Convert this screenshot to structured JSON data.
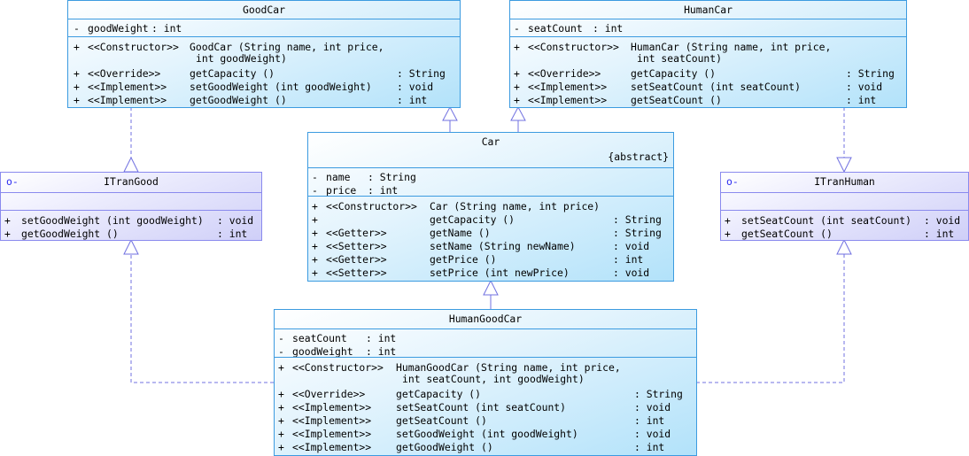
{
  "colors": {
    "class_border": "#3c9be0",
    "class_fill": "#b2e2fa",
    "interface_border": "#8a8aee",
    "interface_fill": "#cfcff8",
    "connector": "#7070e0"
  },
  "classes": {
    "goodcar": {
      "name": "GoodCar",
      "attributes": [
        {
          "vis": "-",
          "name": "goodWeight",
          "type": ": int"
        }
      ],
      "operations": [
        {
          "vis": "+",
          "stereo": "<<Constructor>>",
          "name": "GoodCar (String name, int price,",
          "cont": "int goodWeight)",
          "type": ""
        },
        {
          "vis": "+",
          "stereo": "<<Override>>",
          "name": "getCapacity ()",
          "type": ": String"
        },
        {
          "vis": "+",
          "stereo": "<<Implement>>",
          "name": "setGoodWeight (int goodWeight)",
          "type": ": void"
        },
        {
          "vis": "+",
          "stereo": "<<Implement>>",
          "name": "getGoodWeight ()",
          "type": ": int"
        }
      ]
    },
    "humancar": {
      "name": "HumanCar",
      "attributes": [
        {
          "vis": "-",
          "name": "seatCount",
          "type": ": int"
        }
      ],
      "operations": [
        {
          "vis": "+",
          "stereo": "<<Constructor>>",
          "name": "HumanCar (String name, int price,",
          "cont": "int seatCount)",
          "type": ""
        },
        {
          "vis": "+",
          "stereo": "<<Override>>",
          "name": "getCapacity ()",
          "type": ": String"
        },
        {
          "vis": "+",
          "stereo": "<<Implement>>",
          "name": "setSeatCount (int seatCount)",
          "type": ": void"
        },
        {
          "vis": "+",
          "stereo": "<<Implement>>",
          "name": "getSeatCount ()",
          "type": ": int"
        }
      ]
    },
    "car": {
      "name": "Car",
      "modifier": "{abstract}",
      "attributes": [
        {
          "vis": "-",
          "name": "name",
          "type": ": String"
        },
        {
          "vis": "-",
          "name": "price",
          "type": ": int"
        }
      ],
      "operations": [
        {
          "vis": "+",
          "stereo": "<<Constructor>>",
          "name": "Car (String name, int price)",
          "type": ""
        },
        {
          "vis": "+",
          "stereo": "",
          "name": "getCapacity ()",
          "type": ": String"
        },
        {
          "vis": "+",
          "stereo": "<<Getter>>",
          "name": "getName ()",
          "type": ": String"
        },
        {
          "vis": "+",
          "stereo": "<<Setter>>",
          "name": "setName (String newName)",
          "type": ": void"
        },
        {
          "vis": "+",
          "stereo": "<<Getter>>",
          "name": "getPrice ()",
          "type": ": int"
        },
        {
          "vis": "+",
          "stereo": "<<Setter>>",
          "name": "setPrice (int newPrice)",
          "type": ": void"
        }
      ]
    },
    "itrangood": {
      "name": "ITranGood",
      "icon": "interface-lollipop-icon",
      "attributes": [],
      "operations": [
        {
          "vis": "+",
          "stereo": "",
          "name": "setGoodWeight (int goodWeight)",
          "type": ": void"
        },
        {
          "vis": "+",
          "stereo": "",
          "name": "getGoodWeight ()",
          "type": ": int"
        }
      ]
    },
    "itranhuman": {
      "name": "ITranHuman",
      "icon": "interface-lollipop-icon",
      "attributes": [],
      "operations": [
        {
          "vis": "+",
          "stereo": "",
          "name": "setSeatCount (int seatCount)",
          "type": ": void"
        },
        {
          "vis": "+",
          "stereo": "",
          "name": "getSeatCount ()",
          "type": ": int"
        }
      ]
    },
    "humangoodcar": {
      "name": "HumanGoodCar",
      "attributes": [
        {
          "vis": "-",
          "name": "seatCount",
          "type": ": int"
        },
        {
          "vis": "-",
          "name": "goodWeight",
          "type": ": int"
        }
      ],
      "operations": [
        {
          "vis": "+",
          "stereo": "<<Constructor>>",
          "name": "HumanGoodCar (String name, int price,",
          "cont": "int seatCount, int goodWeight)",
          "type": ""
        },
        {
          "vis": "+",
          "stereo": "<<Override>>",
          "name": "getCapacity ()",
          "type": ": String"
        },
        {
          "vis": "+",
          "stereo": "<<Implement>>",
          "name": "setSeatCount (int seatCount)",
          "type": ": void"
        },
        {
          "vis": "+",
          "stereo": "<<Implement>>",
          "name": "getSeatCount ()",
          "type": ": int"
        },
        {
          "vis": "+",
          "stereo": "<<Implement>>",
          "name": "setGoodWeight (int goodWeight)",
          "type": ": void"
        },
        {
          "vis": "+",
          "stereo": "<<Implement>>",
          "name": "getGoodWeight ()",
          "type": ": int"
        }
      ]
    }
  }
}
